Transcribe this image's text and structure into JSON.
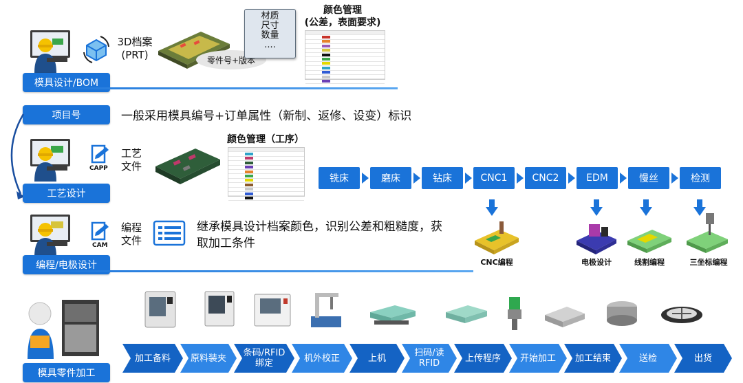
{
  "rows": {
    "design": {
      "label": "模具设计/BOM",
      "file_label": "3D档案\n(PRT)",
      "bubble_label": "零件号+版本",
      "attr_box": [
        "材质",
        "尺寸",
        "数量",
        "...."
      ],
      "color_title": "颜色管理\n(公差，表面要求)"
    },
    "project": {
      "label": "项目号",
      "desc": "一般采用模具编号+订单属性（新制、返修、设变）标识"
    },
    "process": {
      "label": "工艺设计",
      "doc_label": "工艺\n文件",
      "doc_icon_caption": "CAPP",
      "color_title": "颜色管理（工序）",
      "steps": [
        "铣床",
        "磨床",
        "钻床",
        "CNC1",
        "CNC2",
        "EDM",
        "慢丝",
        "检测"
      ]
    },
    "programming": {
      "label": "编程/电极设计",
      "doc_label": "编程\n文件",
      "doc_icon_caption": "CAM",
      "desc": "继承模具设计档案颜色，识别公差和粗糙度，获\n取加工条件",
      "outputs": [
        "CNC编程",
        "电极设计",
        "线割编程",
        "三坐标编程"
      ]
    },
    "machining": {
      "label": "模具零件加工",
      "flow": [
        "加工备料",
        "原料装夹",
        "条码/RFID\n绑定",
        "机外校正",
        "上机",
        "扫码/读\nRFID",
        "上传程序",
        "开始加工",
        "加工结束",
        "送检",
        "出货"
      ]
    }
  },
  "colors": {
    "accent": "#1a73d9",
    "flow_dark": "#1463c4",
    "flow_light": "#2f86e6"
  },
  "icons": {
    "person": "worker-at-computer-icon",
    "cube": "3d-cube-rotate-icon",
    "document": "edit-document-icon",
    "list": "list-icon",
    "down_arrow": "arrow-down-icon"
  }
}
